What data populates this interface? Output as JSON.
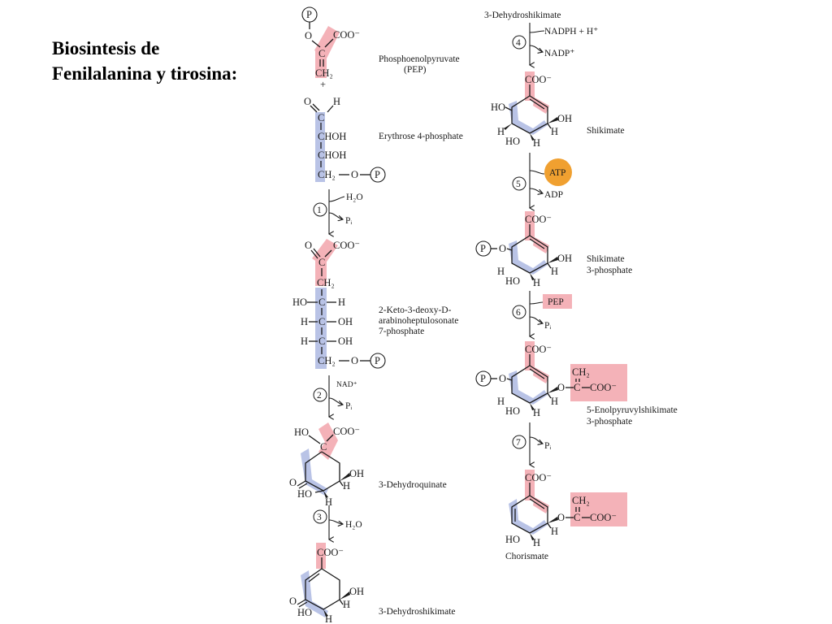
{
  "title": {
    "line1": "Biosintesis de",
    "line2": "Fenilalanina y tirosina:"
  },
  "colors": {
    "pep_highlight": "#f4b2b8",
    "e4p_highlight": "#b9c3e6",
    "atp_circle": "#f0a030",
    "pep_box": "#f4b2b8"
  },
  "compounds": {
    "pep": {
      "name": "Phosphoenolpyruvate",
      "abbr": "(PEP)"
    },
    "e4p": {
      "name": "Erythrose 4-phosphate"
    },
    "dahp": {
      "line1": "2-Keto-3-deoxy-D-",
      "line2": "arabinoheptulosonate",
      "line3": "7-phosphate"
    },
    "dhq": {
      "name": "3-Dehydroquinate"
    },
    "dhs_bottom": {
      "name": "3-Dehydroshikimate"
    },
    "dhs_top": {
      "name": "3-Dehydroshikimate"
    },
    "shikimate": {
      "name": "Shikimate"
    },
    "s3p": {
      "line1": "Shikimate",
      "line2": "3-phosphate"
    },
    "epsp": {
      "line1": "5-Enolpyruvylshikimate",
      "line2": "3-phosphate"
    },
    "chorismate": {
      "name": "Chorismate"
    }
  },
  "steps": [
    {
      "number": "1",
      "in": "H₂O",
      "out": "Pᵢ"
    },
    {
      "number": "2",
      "in": "NAD⁺",
      "out": "Pᵢ"
    },
    {
      "number": "3",
      "out": "H₂O"
    },
    {
      "number": "4",
      "in": "NADPH + H⁺",
      "out": "NADP⁺"
    },
    {
      "number": "5",
      "in": "ATP",
      "out": "ADP"
    },
    {
      "number": "6",
      "in": "PEP",
      "out": "Pᵢ"
    },
    {
      "number": "7",
      "out": "Pᵢ"
    }
  ],
  "atoms": {
    "P": "P",
    "O": "O",
    "C": "C",
    "H": "H",
    "HO": "HO",
    "OH": "OH",
    "COO": "COO⁻",
    "CH2": "CH₂",
    "CHOH": "CHOH",
    "plus": "+",
    "H2O": "H₂O"
  }
}
